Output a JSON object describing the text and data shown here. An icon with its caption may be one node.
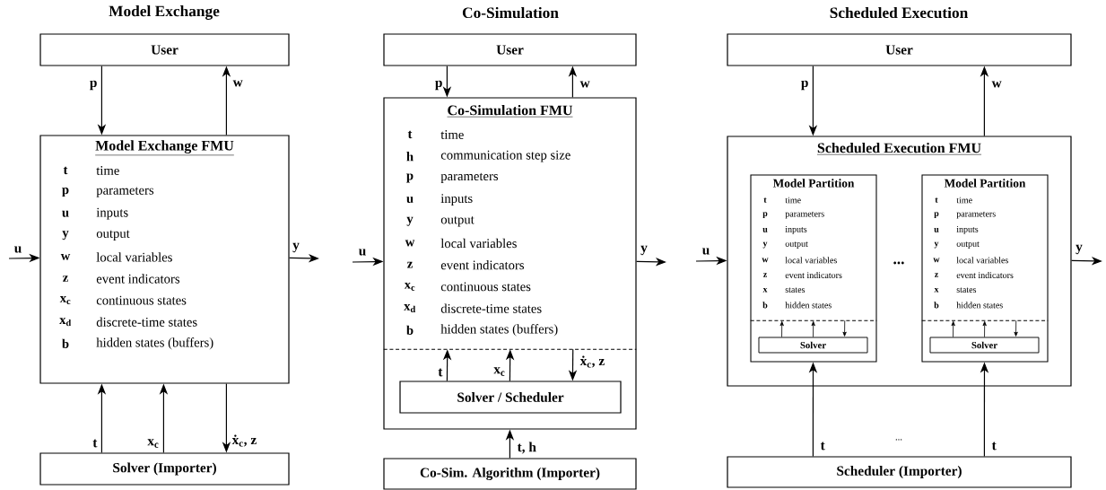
{
  "diagram": {
    "nodes": [
      {
        "text": [
          "User"
        ]
      },
      {
        "text": [
          "Model Exchange FMU",
          "t",
          "time",
          "p",
          "parameters",
          "u",
          "inputs",
          "y",
          "output",
          "w",
          "local variables",
          "z",
          "event indicators",
          "x$_{c}$",
          "continuous states",
          "x$_{d}$",
          "discrete-time states",
          "b",
          "hidden states (buffers)"
        ]
      },
      {
        "text": [
          "Solver (Importer)"
        ]
      },
      {
        "text": [
          "User"
        ]
      },
      {
        "text": [
          "Co-Simulation FMU"
        ]
      },
      {
        "text": [
          "t",
          "time",
          "h",
          "communication step size",
          "p",
          "parameters",
          "u",
          "inputs",
          "y",
          "output",
          "w",
          "local variables",
          "z",
          "event indicators",
          "x$_{c}$",
          "continuous states",
          "x$_{d}$",
          "discrete-time states",
          "b",
          "hidden states (buffers)"
        ],
        "in": 4
      },
      {
        "text": [
          "Solver / Scheduler"
        ],
        "in": 4
      },
      {
        "text": [
          "Co-Sim. Algorithm (Importer)"
        ]
      },
      {
        "text": [
          "User"
        ]
      },
      {
        "text": [
          "Scheduled Execution FMU"
        ]
      },
      {
        "text": [
          "Model Partition"
        ],
        "in": 9
      },
      {
        "text": [
          "t",
          "time",
          "p",
          "parameters",
          "u",
          "inputs",
          "y",
          "output",
          "w",
          "local variables",
          "z",
          "event indicators",
          "x",
          "states",
          "b",
          "hidden states"
        ],
        "in": 10
      },
      {
        "text": [
          "Solver"
        ],
        "in": 10
      },
      {
        "text": [
          "Model Partition"
        ],
        "in": 9
      },
      {
        "text": [
          "t",
          "time",
          "p",
          "parameters",
          "u",
          "inputs",
          "y",
          "output",
          "w",
          "local variables",
          "z",
          "event indicators",
          "x",
          "states",
          "b",
          "hidden states"
        ],
        "in": 13
      },
      {
        "text": [
          "Solver"
        ],
        "in": 13
      },
      {
        "text": [
          "Scheduler (Importer)"
        ]
      }
    ],
    "edges": [
      {
        "from": 0,
        "to": 1,
        "arrow": "to",
        "label": "p"
      },
      {
        "from": 1,
        "to": 0,
        "arrow": "to",
        "label": "w"
      },
      {
        "from": null,
        "to": 1,
        "arrow": "to",
        "label": "u"
      },
      {
        "from": 1,
        "to": null,
        "arrow": "to",
        "label": "y"
      },
      {
        "from": 2,
        "to": 1,
        "arrow": "to",
        "label": "t"
      },
      {
        "from": 2,
        "to": 1,
        "arrow": "to",
        "label": "x$_{c}$"
      },
      {
        "from": 1,
        "to": 2,
        "arrow": "to",
        "label": "ẋ$_{c}$, z"
      },
      {
        "from": 3,
        "to": 4,
        "arrow": "to",
        "label": "p"
      },
      {
        "from": 4,
        "to": 3,
        "arrow": "to",
        "label": "w"
      },
      {
        "from": null,
        "to": 4,
        "arrow": "to",
        "label": "u"
      },
      {
        "from": 4,
        "to": null,
        "arrow": "to",
        "label": "y"
      },
      {
        "from": 6,
        "to": 5,
        "arrow": "to",
        "label": "t"
      },
      {
        "from": 6,
        "to": 5,
        "arrow": "to",
        "label": "x$_{c}$"
      },
      {
        "from": 5,
        "to": 6,
        "arrow": "to",
        "label": "ẋ$_{c}$, z"
      },
      {
        "from": 7,
        "to": 4,
        "arrow": "to",
        "label": "t, h"
      },
      {
        "from": 8,
        "to": 9,
        "arrow": "to",
        "label": "p"
      },
      {
        "from": 9,
        "to": 8,
        "arrow": "to",
        "label": "w"
      },
      {
        "from": null,
        "to": 9,
        "arrow": "to",
        "label": "u"
      },
      {
        "from": 9,
        "to": null,
        "arrow": "to",
        "label": "y"
      },
      {
        "from": 12,
        "to": 11,
        "arrow": "to"
      },
      {
        "from": 12,
        "to": 11,
        "arrow": "to"
      },
      {
        "from": 11,
        "to": 12,
        "arrow": "to"
      },
      {
        "from": 15,
        "to": 14,
        "arrow": "to"
      },
      {
        "from": 15,
        "to": 14,
        "arrow": "to"
      },
      {
        "from": 14,
        "to": 15,
        "arrow": "to"
      },
      {
        "from": 16,
        "to": 10,
        "arrow": "to",
        "label": "t"
      },
      {
        "from": 16,
        "to": 13,
        "arrow": "to",
        "label": "t"
      }
    ],
    "labels": [
      "Model Exchange",
      "Co-Simulation",
      "Scheduled Execution",
      "...",
      "..."
    ]
  }
}
